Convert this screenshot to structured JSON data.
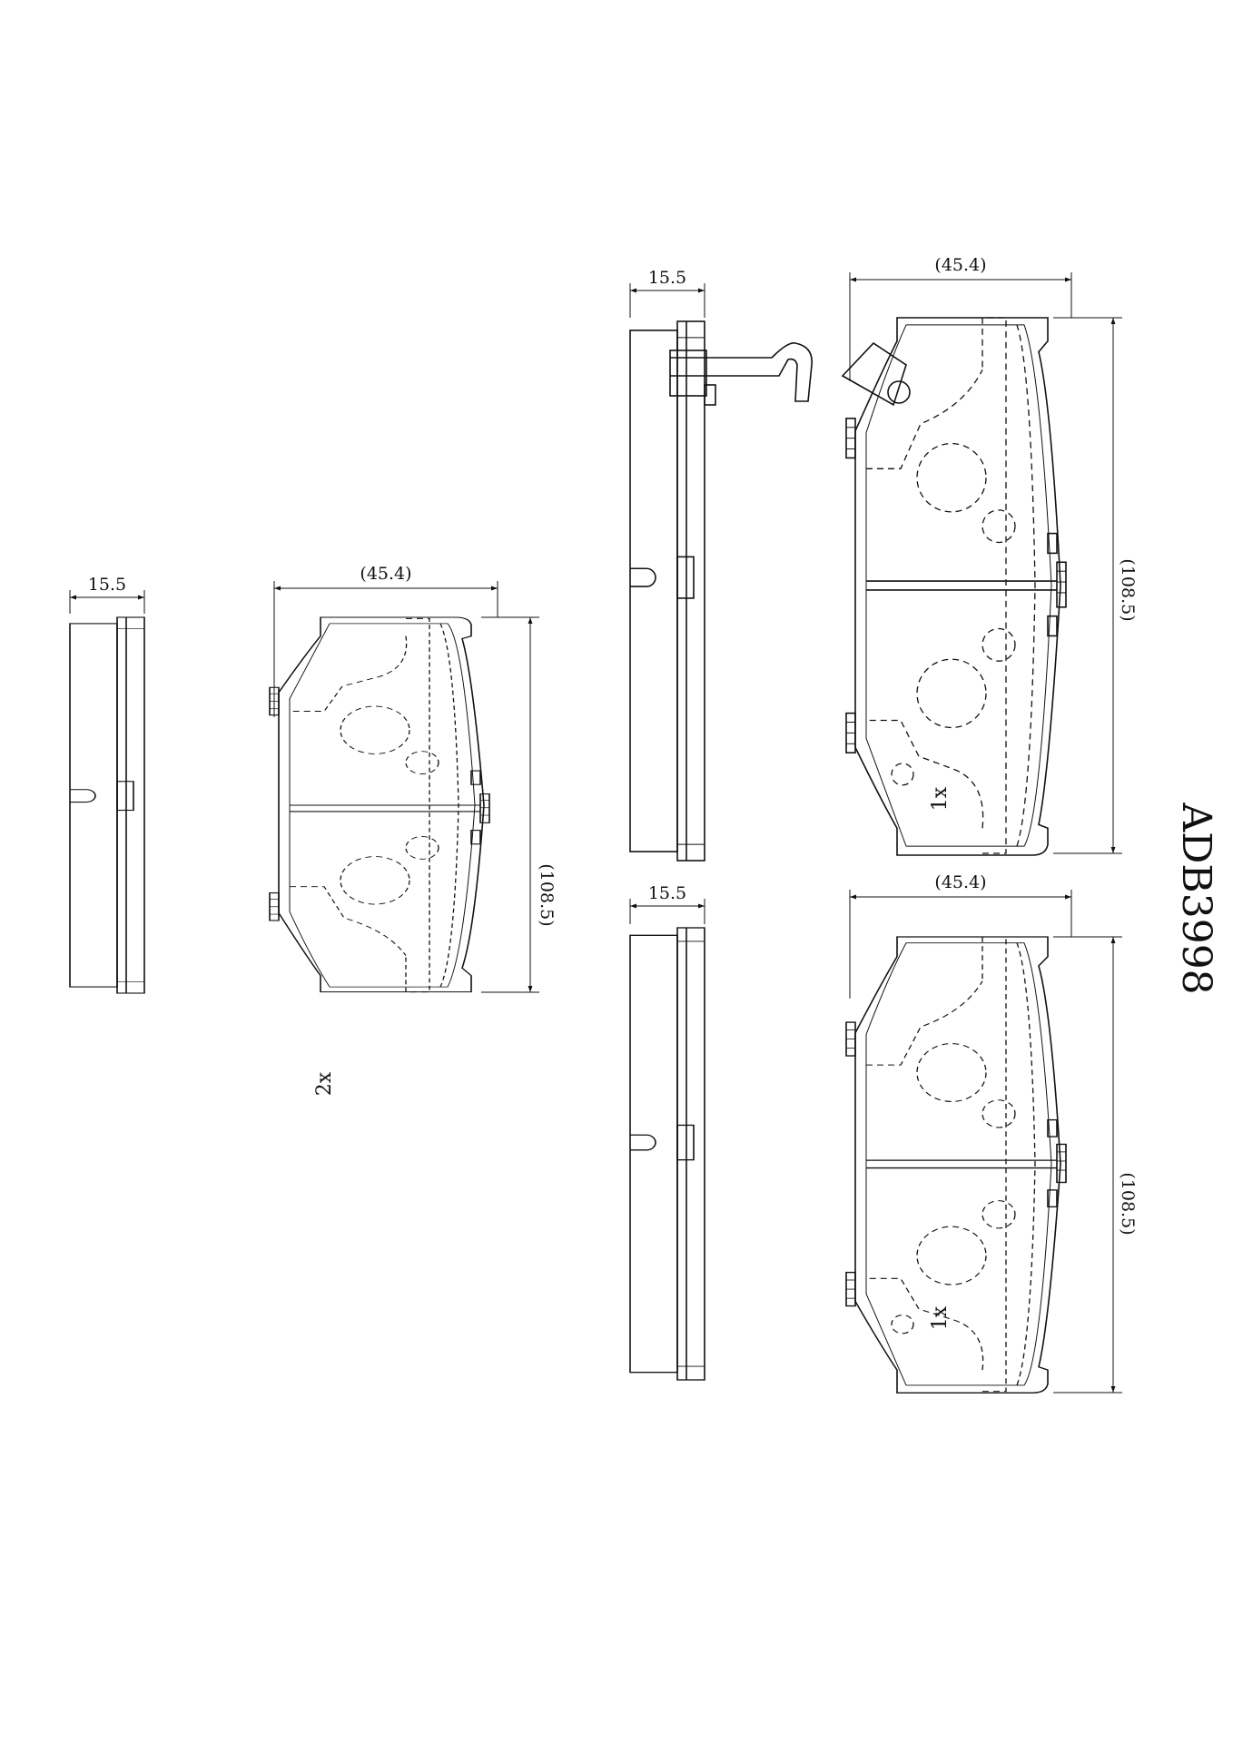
{
  "part_number": "ADB3998",
  "pads": [
    {
      "id": "pad-a",
      "thickness_label": "15.5",
      "width_label": "(45.4)",
      "height_label": "(108.5)",
      "quantity_label": "2x"
    },
    {
      "id": "pad-b",
      "thickness_label": "15.5",
      "width_label": "(45.4)",
      "height_label": "(108.5)",
      "quantity_label": "1x"
    },
    {
      "id": "pad-c",
      "thickness_label": "15.5",
      "width_label": "(45.4)",
      "height_label": "(108.5)",
      "quantity_label": "1x"
    }
  ]
}
